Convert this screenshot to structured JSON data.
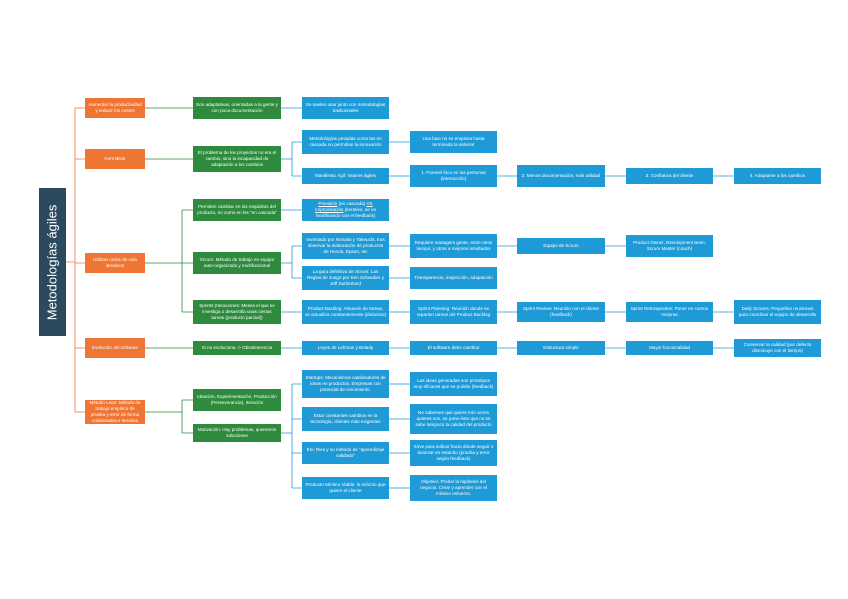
{
  "root": {
    "label": "Metodologías ágiles"
  },
  "colors": {
    "root": "#2c4a5e",
    "level1": "#ee7534",
    "level2": "#2e8a3d",
    "level3": "#1e9ad6",
    "wire_level1": "#ee7534",
    "wire_level2": "#2e8a3d",
    "wire_level3": "#1e9ad6"
  },
  "branches": [
    {
      "label": "Aumentar la productividad y reducir los costes",
      "children": [
        {
          "label": "Son adaptativas, orientadas a la gente y con poca documentación",
          "children": [
            {
              "label": "Se suelen usar junto con metodologías tradicionales"
            }
          ]
        }
      ]
    },
    {
      "label": "Kent Beck",
      "children": [
        {
          "label": "El problema de los proyectos no era el cambio, sino la incapacidad de adaptación a los cambios",
          "children": [
            {
              "label": "Metodologías pesadas como las en cascada no permitían la innovación",
              "children": [
                {
                  "label": "Una fase no se empieza hasta terminada la anterior"
                }
              ]
            },
            {
              "label": "Manifiesto Ágil: Valores ágiles",
              "children": [
                {
                  "label": "1. Ponerel foco en las personas (interacción)"
                },
                {
                  "label": "2. Menos documentación, más utilidad"
                },
                {
                  "label": "3. Confianza del cliente"
                },
                {
                  "label": "4. Adaptarse a los cambios"
                }
              ]
            }
          ]
        }
      ]
    },
    {
      "label": "Utilizan ciclos de vida iterativos",
      "children": [
        {
          "label": "Permiten cambiar en los requisitos del producto, no como en los \"en cascada\"",
          "children": [
            {
              "label_parts": [
                "Previsión",
                " (en cascada) ",
                "VS",
                " ",
                "Improvisación",
                " (iterativo, se va modificando con el feedback)"
              ]
            }
          ]
        },
        {
          "label": "Scrum: Método de trabajo en equipo auto-organizado y multifuncional",
          "children": [
            {
              "label": "Inventado por Nonaka y Takeuchi, tras observar la elaboración de productos de Honda, Epson, etc",
              "children": [
                {
                  "label": "Requiere managers gente, entre otros tiempo, y otros a mejores resultados",
                  "children": [
                    {
                      "label": "Equipo de Scrum",
                      "children": [
                        {
                          "label": "Product Owner, Development team, Scrum Master (coach)"
                        }
                      ]
                    }
                  ]
                }
              ]
            },
            {
              "label": "La guía definitiva de Scrum: Las Reglas de Juego por Ken Schwaber y Jeff Sutherland",
              "children": [
                {
                  "label": "Transparencia, inspección, adaptación"
                }
              ]
            }
          ]
        },
        {
          "label": "Sprints (Iteraciones: Meses el que se investiga o desarrolla unas ciertas tareas (producto parcial))",
          "children": [
            {
              "label": "Product Backlog: Almacén de tareas, se actualiza constantemente (dinámico)",
              "children": [
                {
                  "label": "Sprint Planning: Reunión donde se reparten tareas del Product Backlog",
                  "children": [
                    {
                      "label": "Sprint Review: Reunión con el cliente (feedback)",
                      "children": [
                        {
                          "label": "Sprint Retrospective: Poner en común mejoras",
                          "children": [
                            {
                              "label": "Daily Scrums: Pequeñas reuniones para coordinar el equipo de desarrollo"
                            }
                          ]
                        }
                      ]
                    }
                  ]
                }
              ]
            }
          ]
        }
      ]
    },
    {
      "label": "Evolución del software",
      "children": [
        {
          "label": "Si no evoluciona -> Obsolescencia",
          "children": [
            {
              "label": "Leyes de Lehman y Belady",
              "children": [
                {
                  "label": "El software debe cambiar",
                  "children": [
                    {
                      "label": "Estructura simple",
                      "children": [
                        {
                          "label": "Mayor funcionalidad",
                          "children": [
                            {
                              "label": "Conservar la calidad (por defecto disminuye con el tiempo)"
                            }
                          ]
                        }
                      ]
                    }
                  ]
                }
              ]
            }
          ]
        }
      ]
    },
    {
      "label": "Método Lean: Método de trabajo empírico de prueba y error de forma colaborativa e iterativa",
      "children": [
        {
          "label": "Ideación, Experimentación, Producción (Perseverancia), Iteración"
        },
        {
          "label": "Motivación: Hay problemas, queremos soluciones",
          "children": [
            {
              "label": "Startups: Mecanismos catalizadores de ideas en productos. Empresas con potencial de crecimiento.",
              "children": [
                {
                  "label": "Las ideas generadas son prototipos muy eficaces que se pulirán (feedback)"
                }
              ]
            },
            {
              "label": "Estar constantes cambios en la tecnología, clientes más exigentes",
              "children": [
                {
                  "label": "No sabemos qué quiere mío veces quieres son, se pone éste que no se sabe tampoco la calidad del producto"
                }
              ]
            },
            {
              "label": "Eric Ries y su método de \"aprendizaje validado\"",
              "children": [
                {
                  "label": "Sirve para indicar hacia dónde seguir o avanzar en estando (prueba y error según feedback)"
                }
              ]
            },
            {
              "label": "Producto Mínimo Viable: lo mínimo que quiere el cliente",
              "children": [
                {
                  "label": "Objetivo: Probar la hipótesis del negocio. Crear y aprender con el mínimo esfuerzo."
                }
              ]
            }
          ]
        }
      ]
    }
  ]
}
